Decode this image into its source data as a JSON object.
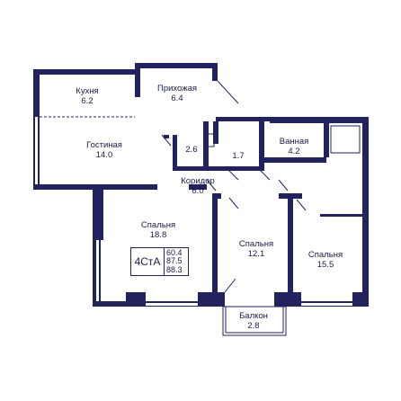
{
  "colors": {
    "wall": "#22225e",
    "line": "#22225e",
    "background": "#ffffff"
  },
  "rooms": [
    {
      "id": "kitchen",
      "name": "Кухня",
      "area": "6.2"
    },
    {
      "id": "hallway",
      "name": "Прихожая",
      "area": "6.4"
    },
    {
      "id": "living",
      "name": "Гостиная",
      "area": "14.0"
    },
    {
      "id": "wc",
      "name": "",
      "area": "2.6"
    },
    {
      "id": "storage",
      "name": "",
      "area": "1.7"
    },
    {
      "id": "bathroom",
      "name": "Ванная",
      "area": "4.2"
    },
    {
      "id": "corridor",
      "name": "Коридор",
      "area": "6.0"
    },
    {
      "id": "bedroom1",
      "name": "Спальня",
      "area": "18.8"
    },
    {
      "id": "bedroom2",
      "name": "Спальня",
      "area": "12.1"
    },
    {
      "id": "bedroom3",
      "name": "Спальня",
      "area": "15.5"
    },
    {
      "id": "balcony",
      "name": "Балкон",
      "area": "2.8"
    }
  ],
  "apartment": {
    "type": "4СтА",
    "areas": [
      "60.4",
      "87.5",
      "88.3"
    ]
  }
}
